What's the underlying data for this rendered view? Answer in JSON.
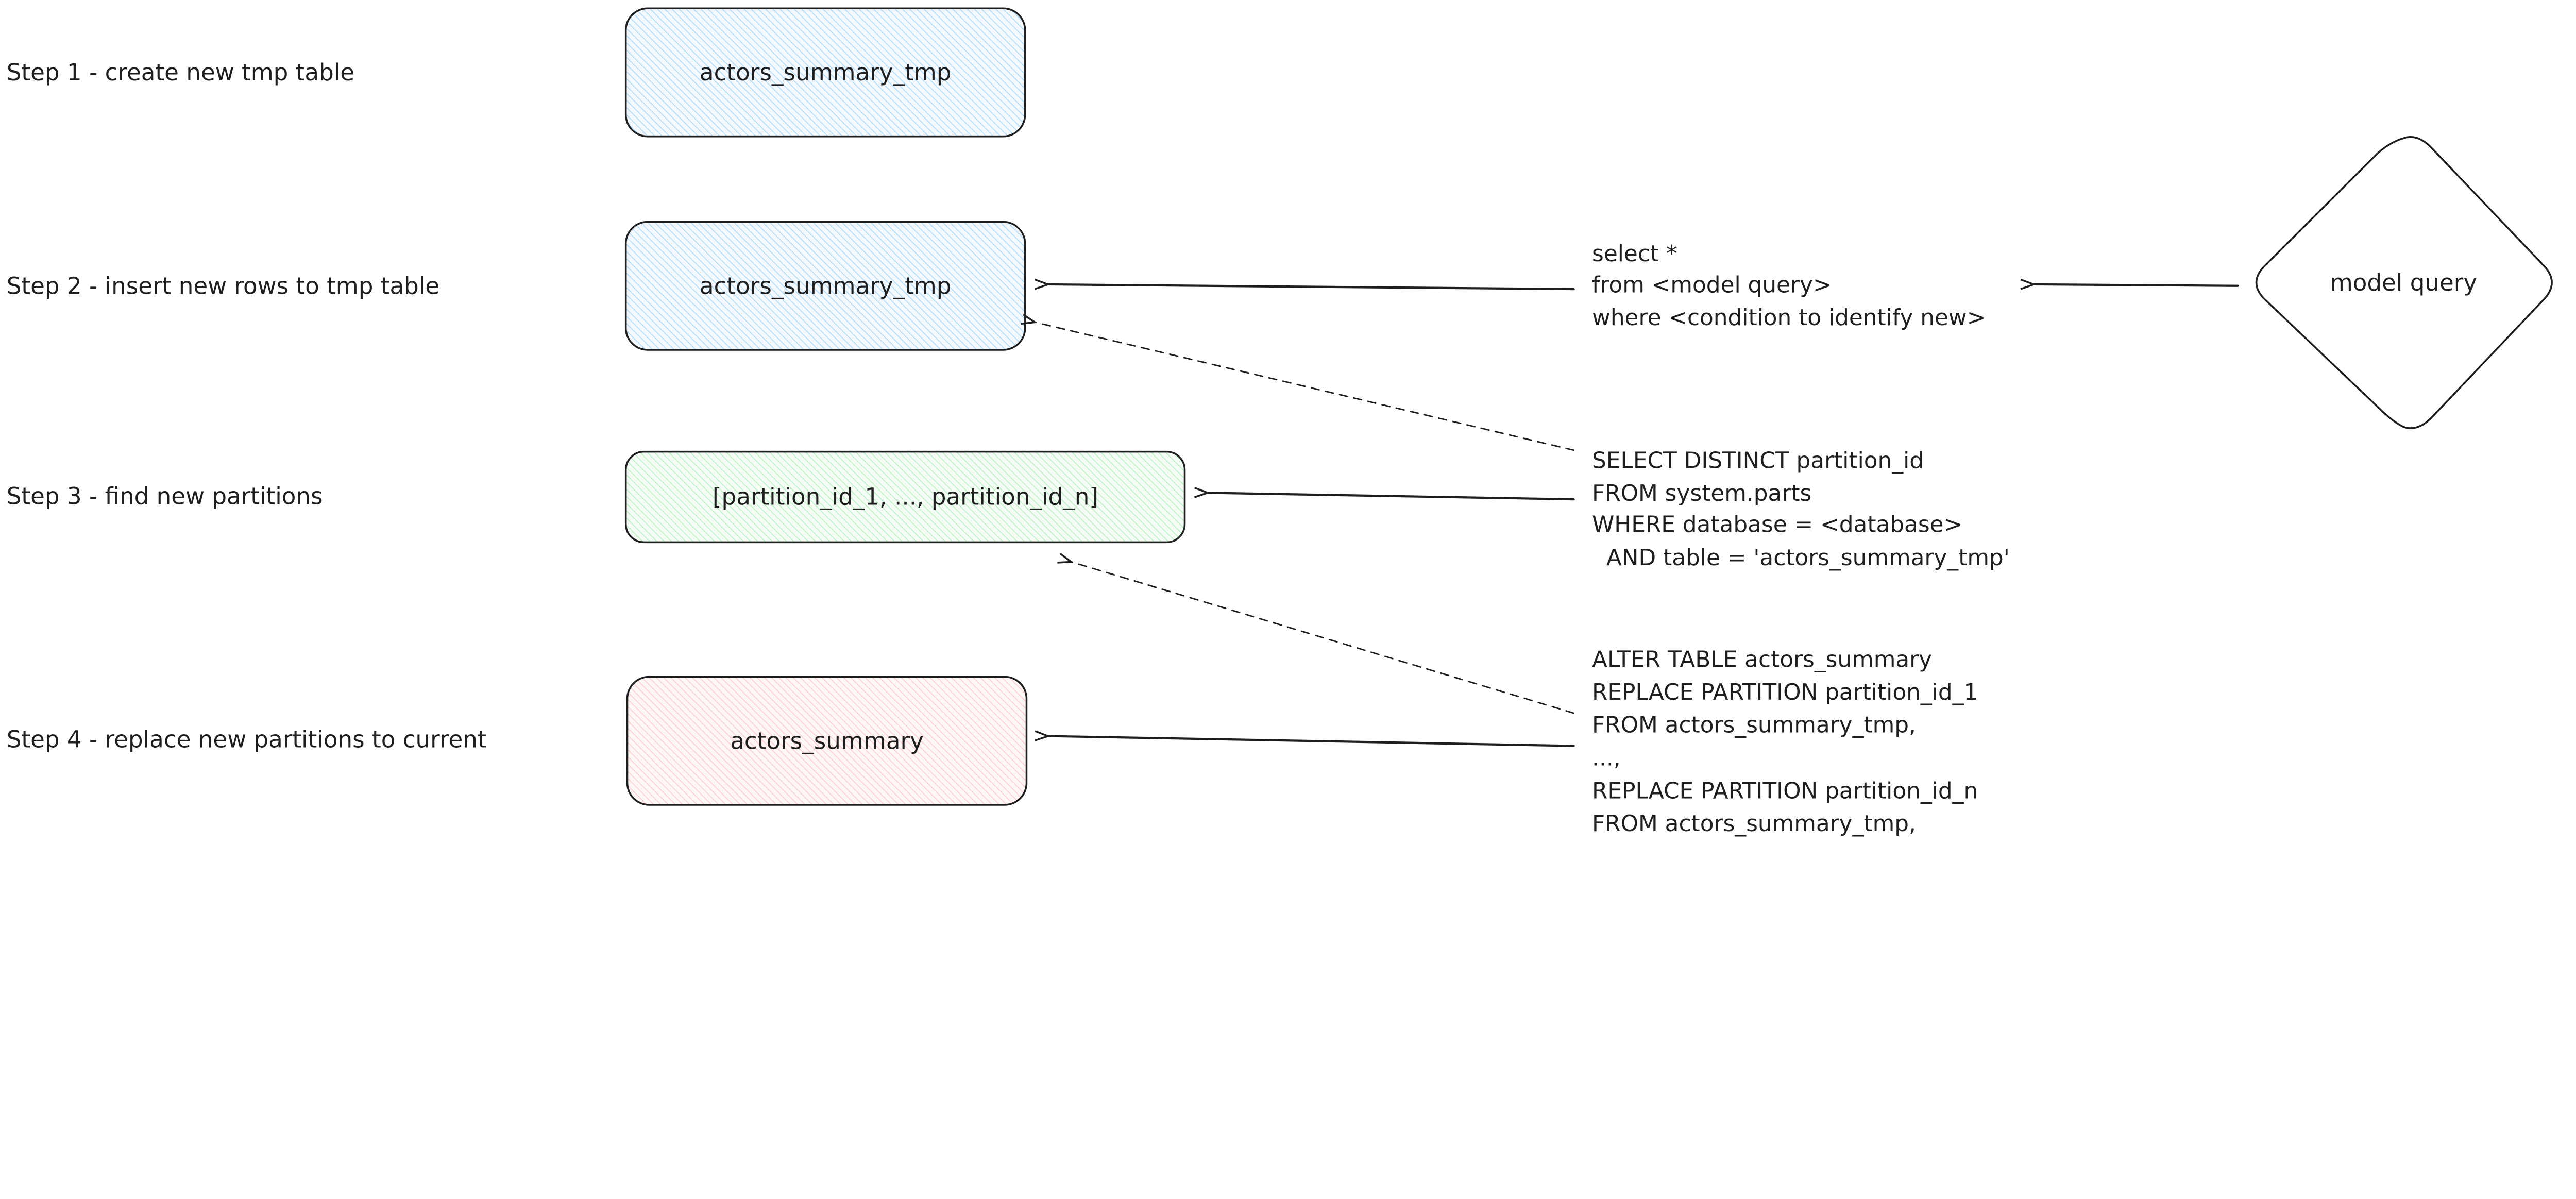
{
  "steps": [
    {
      "label": "Step 1 - create new tmp table"
    },
    {
      "label": "Step 2 - insert new rows to tmp table"
    },
    {
      "label": "Step 3 - find new partitions"
    },
    {
      "label": "Step 4 - replace new partitions to current"
    }
  ],
  "boxes": {
    "tmp_table_1": {
      "label": "actors_summary_tmp",
      "fill": "#a5d8ff"
    },
    "tmp_table_2": {
      "label": "actors_summary_tmp",
      "fill": "#a5d8ff"
    },
    "partitions": {
      "label": "[partition_id_1, ..., partition_id_n]",
      "fill": "#b2f2bb"
    },
    "target_table": {
      "label": "actors_summary",
      "fill": "#ffc9c9"
    }
  },
  "model_query": {
    "label": "model query"
  },
  "queries": {
    "insert": [
      "select *",
      "from <model query>",
      "where <condition to identify new>"
    ],
    "partitions": [
      "SELECT DISTINCT partition_id",
      "FROM system.parts",
      "WHERE database = <database>",
      "  AND table = 'actors_summary_tmp'"
    ],
    "replace": [
      "ALTER TABLE actors_summary",
      "REPLACE PARTITION partition_id_1",
      "FROM actors_summary_tmp,",
      "...,",
      "REPLACE PARTITION partition_id_n",
      "FROM actors_summary_tmp,"
    ]
  }
}
